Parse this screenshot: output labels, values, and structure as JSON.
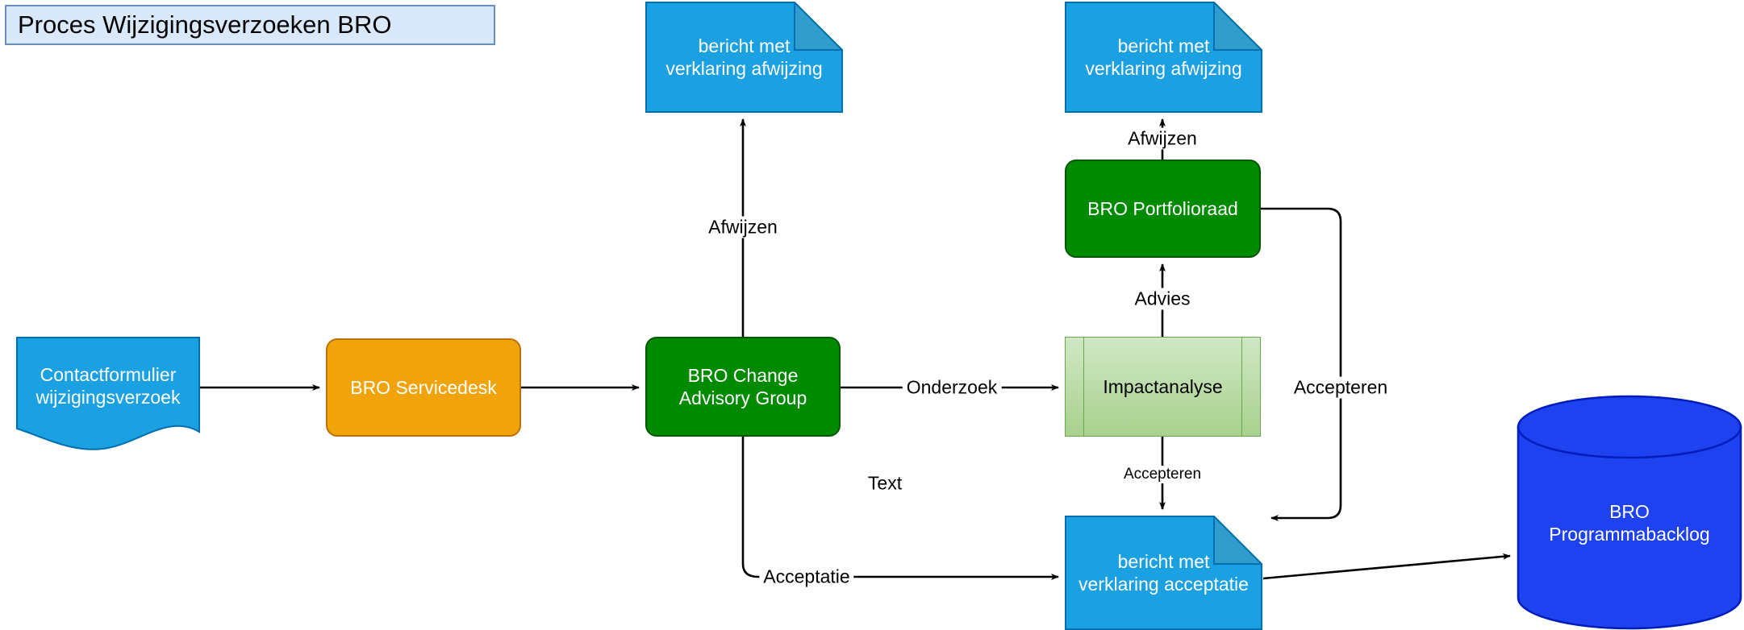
{
  "diagram": {
    "title": "Proces Wijzigingsverzoeken BRO",
    "colors": {
      "title_fill": "#dae8fc",
      "title_stroke": "#6c8ebf",
      "note_fill": "#1ba1e2",
      "note_stroke": "#006eaf",
      "process_orange": "#f0a30a",
      "process_orange_stroke": "#bd7000",
      "process_green": "#008a00",
      "process_green_stroke": "#005700",
      "subprocess_fill": "#a9d18e",
      "subprocess_stroke": "#6aa84f",
      "database_fill": "#1f42f0",
      "database_stroke": "#001dbc",
      "edge": "#000000"
    },
    "nodes": [
      {
        "id": "contactformulier",
        "label": "Contactformulier\nwijzigingsverzoek",
        "line1": "Contactformulier",
        "line2": "wijzigingsverzoek",
        "shape": "document",
        "fill": "#1ba1e2"
      },
      {
        "id": "servicedesk",
        "label": "BRO Servicedesk",
        "shape": "rounded-rect",
        "fill": "#f0a30a"
      },
      {
        "id": "change-advisory-group",
        "label": "BRO Change\nAdvisory Group",
        "line1": "BRO Change",
        "line2": "Advisory Group",
        "shape": "rounded-rect",
        "fill": "#008a00"
      },
      {
        "id": "bericht-afwijzing-1",
        "label": "bericht met\nverklaring afwijzing",
        "line1": "bericht met",
        "line2": "verklaring afwijzing",
        "shape": "note",
        "fill": "#1ba1e2"
      },
      {
        "id": "bericht-afwijzing-2",
        "label": "bericht met\nverklaring afwijzing",
        "line1": "bericht met",
        "line2": "verklaring afwijzing",
        "shape": "note",
        "fill": "#1ba1e2"
      },
      {
        "id": "portfolioraad",
        "label": "BRO Portfolioraad",
        "shape": "rounded-rect",
        "fill": "#008a00"
      },
      {
        "id": "impactanalyse",
        "label": "Impactanalyse",
        "shape": "subprocess",
        "fill": "#a9d18e"
      },
      {
        "id": "bericht-acceptatie",
        "label": "bericht met\nverklaring acceptatie",
        "line1": "bericht met",
        "line2": "verklaring acceptatie",
        "shape": "note",
        "fill": "#1ba1e2"
      },
      {
        "id": "programmabacklog",
        "label": "BRO\nProgrammabacklog",
        "line1": "BRO",
        "line2": "Programmabacklog",
        "shape": "cylinder",
        "fill": "#1f42f0"
      }
    ],
    "edges": [
      {
        "id": "e1",
        "from": "contactformulier",
        "to": "servicedesk",
        "label": ""
      },
      {
        "id": "e2",
        "from": "servicedesk",
        "to": "change-advisory-group",
        "label": ""
      },
      {
        "id": "e3",
        "from": "change-advisory-group",
        "to": "bericht-afwijzing-1",
        "label": "Afwijzen"
      },
      {
        "id": "e4",
        "from": "change-advisory-group",
        "to": "impactanalyse",
        "label": "Onderzoek"
      },
      {
        "id": "e5",
        "from": "change-advisory-group",
        "to": "bericht-acceptatie",
        "label": "Acceptatie"
      },
      {
        "id": "e6",
        "from": "impactanalyse",
        "to": "portfolioraad",
        "label": "Advies"
      },
      {
        "id": "e7",
        "from": "portfolioraad",
        "to": "bericht-afwijzing-2",
        "label": "Afwijzen"
      },
      {
        "id": "e8",
        "from": "impactanalyse",
        "to": "bericht-acceptatie",
        "label": "Accepteren"
      },
      {
        "id": "e9",
        "from": "portfolioraad",
        "to": "bericht-acceptatie",
        "label": "Accepteren"
      },
      {
        "id": "e10",
        "from": "bericht-acceptatie",
        "to": "programmabacklog",
        "label": ""
      }
    ],
    "labels": {
      "afwijzen_left": "Afwijzen",
      "afwijzen_right": "Afwijzen",
      "onderzoek": "Onderzoek",
      "advies": "Advies",
      "accepteren_down": "Accepteren",
      "accepteren_right": "Accepteren",
      "acceptatie": "Acceptatie",
      "loose_text": "Text"
    }
  }
}
